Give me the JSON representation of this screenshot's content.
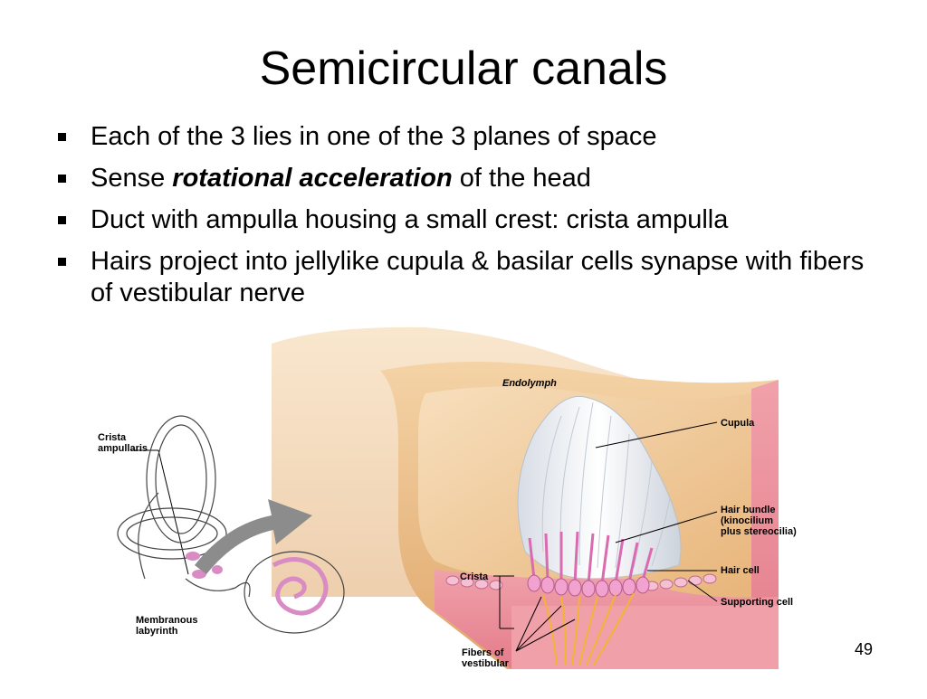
{
  "slide": {
    "title": "Semicircular canals",
    "page_number": "49"
  },
  "bullets": [
    {
      "text": "Each of the 3 lies in one of the 3 planes of space"
    },
    {
      "before": "Sense ",
      "emphasis": "rotational acceleration",
      "after": " of the head"
    },
    {
      "text": "Duct with ampulla housing a small crest: crista ampulla"
    },
    {
      "text": "Hairs project into jellylike cupula & basilar cells synapse with fibers of vestibular nerve"
    }
  ],
  "figure": {
    "labels": {
      "endolymph": "Endolymph",
      "cupula": "Cupula",
      "hair_bundle": "Hair bundle\n(kinocilium\nplus stereocilia)",
      "hair_cell": "Hair cell",
      "supporting_cell": "Supporting cell",
      "crista": "Crista",
      "fibers": "Fibers of\nvestibular",
      "crista_ampullaris": "Crista\nampullaris",
      "membranous_labyrinth": "Membranous\nlabyrinth"
    },
    "colors": {
      "tissue_tan": "#e9b77e",
      "tissue_light": "#f6d9b2",
      "wall_pink": "#e88a97",
      "cupula_white": "#eef0f3",
      "hair_pink": "#d96bb0",
      "nerve_yellow": "#f3b335",
      "arrow_gray": "#8c8c8c",
      "labyrinth_pink": "#d98cc3"
    }
  }
}
